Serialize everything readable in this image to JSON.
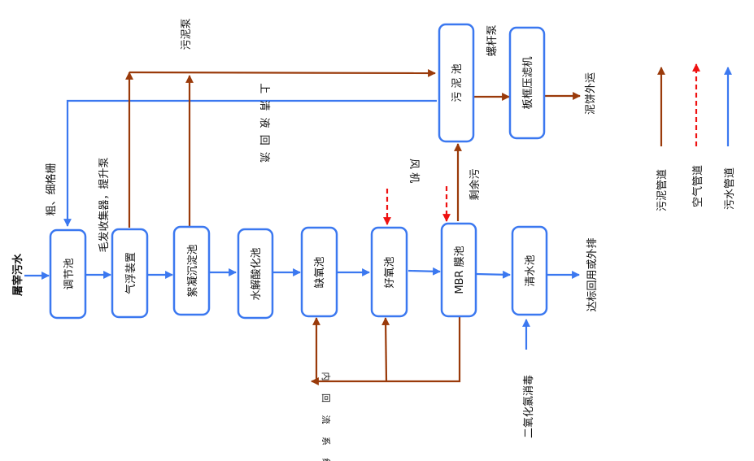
{
  "title": "生活污水处理工艺流程图",
  "colors": {
    "sludge_pipe": "#9a3a0a",
    "air_pipe": "#ee1111",
    "water_pipe": "#3b78f0",
    "box_border": "#3b78f0"
  },
  "inlet_label": "屠宰污水",
  "units": {
    "regulating_tank": "调节池",
    "air_flotation": "气浮装置",
    "coag_sedimentation": "絮凝沉淀池",
    "hydrolysis_acidification": "水解酸化池",
    "anoxic_tank": "缺氧池",
    "aerobic_tank": "好氧池",
    "mbr_tank": "MBR 膜池",
    "clear_water_tank": "清水池",
    "sludge_tank": "污 泥 池",
    "filter_press": "板框压滤机"
  },
  "annotations": {
    "screens": "粗、细格栅",
    "hair_collector_pump": "毛发收集器，提升泵",
    "sludge_pump": "污泥泵",
    "supernatant_return": "上 清 液 回 流",
    "blower": "风 机",
    "excess_sludge": "剩余污",
    "screw_pump": "螺杆泵",
    "cake_out": "泥饼外运",
    "discharge": "达标回用或外排",
    "disinfection": "二氧化氯消毒",
    "internal_return": "内 回 流 系 统"
  },
  "legend": [
    {
      "label": "污泥管道",
      "line": "solid",
      "color": "#9a3a0a"
    },
    {
      "label": "空气管道",
      "line": "dashed",
      "color": "#ee1111"
    },
    {
      "label": "污水管道",
      "line": "solid",
      "color": "#3b78f0"
    }
  ]
}
